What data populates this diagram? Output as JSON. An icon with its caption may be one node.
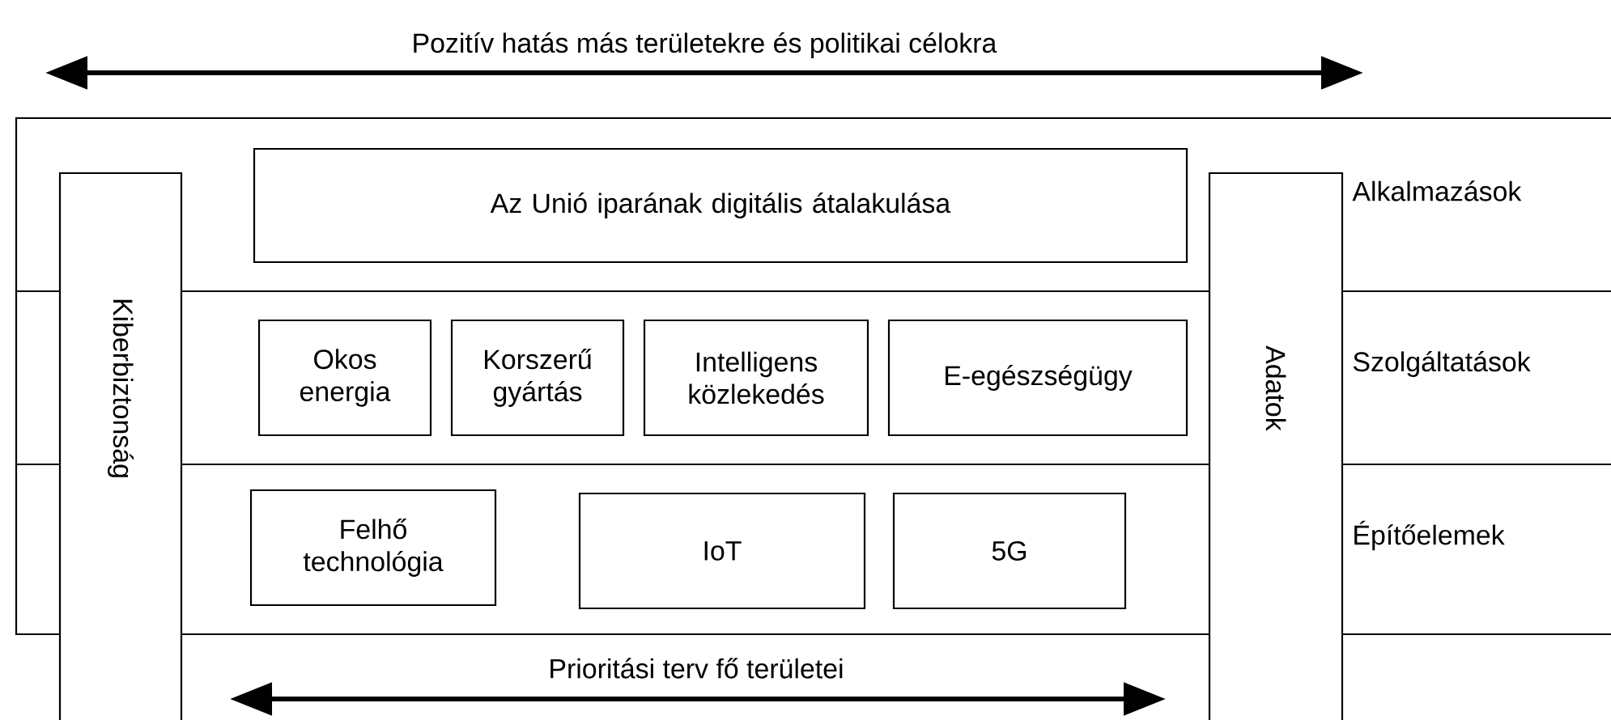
{
  "diagram": {
    "nodes": [
      {
        "text": [
          "Alkalmazások"
        ]
      },
      {
        "text": [
          "Az Unió iparának digitális átalakulása"
        ],
        "in": 0
      },
      {
        "text": [
          "Kiberbiztonság"
        ]
      },
      {
        "text": [
          "Adatok"
        ]
      },
      {
        "text": [
          "Szolgáltatások"
        ]
      },
      {
        "text": [
          "Okos energia"
        ],
        "in": 4
      },
      {
        "text": [
          "Korszerű gyártás"
        ],
        "in": 4
      },
      {
        "text": [
          "Intelligens közlekedés"
        ],
        "in": 4
      },
      {
        "text": [
          "E-egészségügy"
        ],
        "in": 4
      },
      {
        "text": [
          "Építőelemek"
        ]
      },
      {
        "text": [
          "Felhő technológia"
        ],
        "in": 9
      },
      {
        "text": [
          "IoT"
        ],
        "in": 9
      },
      {
        "text": [
          "5G"
        ],
        "in": 9
      }
    ],
    "labels": [
      "Pozitív hatás más területekre és politikai célokra",
      "Prioritási terv fő területei"
    ]
  }
}
